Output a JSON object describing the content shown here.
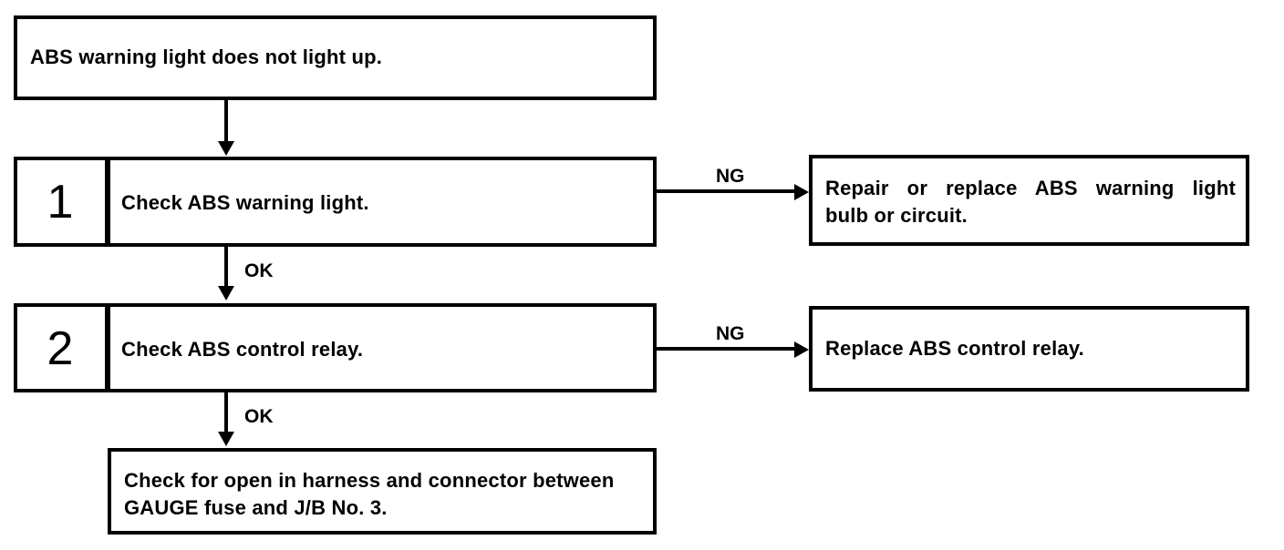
{
  "diagram": {
    "title": "ABS warning light troubleshooting flowchart",
    "ink_color": "#000000",
    "background_color": "#ffffff"
  },
  "start": {
    "text": "ABS warning light does not light up."
  },
  "steps": [
    {
      "number": "1",
      "label": "Check ABS warning light.",
      "ok_label": "OK",
      "ng_label": "NG",
      "ng_result_line1": "Repair or replace ABS warning light",
      "ng_result_line2": "bulb or circuit."
    },
    {
      "number": "2",
      "label": "Check ABS control relay.",
      "ok_label": "OK",
      "ng_label": "NG",
      "ng_result_line1": "Replace ABS control relay.",
      "ng_result_line2": ""
    }
  ],
  "final": {
    "line1": "Check for open in harness and connector between",
    "line2": "GAUGE fuse and J/B No. 3."
  }
}
